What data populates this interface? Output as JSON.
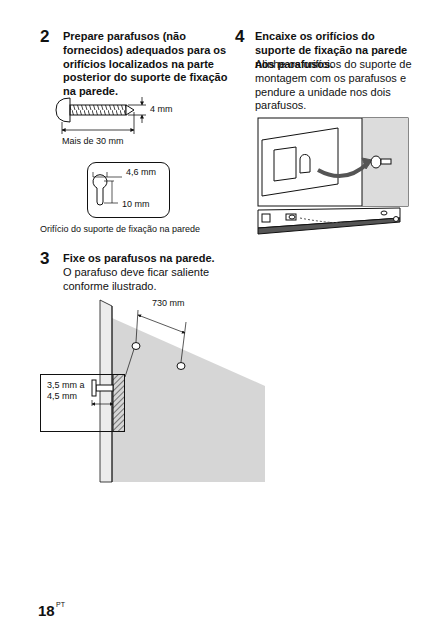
{
  "diagram": {
    "nodes": [
      {
        "text": [
          "4,6 mm",
          "10 mm"
        ]
      },
      {
        "text": [
          "3,5 mm a 4,5 mm"
        ]
      }
    ],
    "labels": [
      "2",
      "Prepare parafusos (não fornecidos) adequados para os orifícios localizados na parte posterior do suporte de fixação na parede.",
      "4 mm",
      "Mais de 30 mm",
      "Orifício do suporte de fixação na parede",
      "3",
      "Fixe os parafusos na parede.",
      "O parafuso deve ficar saliente conforme ilustrado.",
      "730 mm",
      "4",
      "Encaixe os orifícios do suporte de fixação na parede nos parafusos.",
      "Alinhe os orifícios do suporte de montagem com os parafusos e pendure a unidade nos dois parafusos.",
      "18",
      "PT"
    ]
  }
}
